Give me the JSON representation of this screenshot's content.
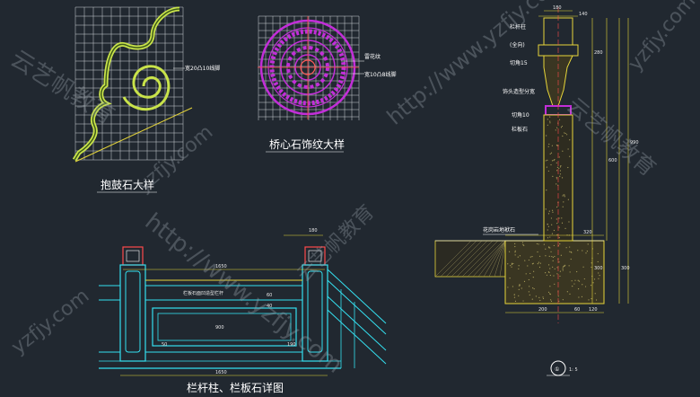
{
  "captions": {
    "drum_stone": "抱鼓石大样",
    "bridge_stone": "桥心石饰纹大样",
    "railing": "栏杆柱、栏板石详图",
    "section_mark": "①",
    "section_scale": "1: 5"
  },
  "labels": {
    "drum_grid_note": "宽20凸10线脚",
    "bridge_pattern": "雷花纹",
    "bridge_grid_note": "宽10凸8线脚",
    "post_top": "栏杆柱",
    "post_ring": "(全向)",
    "chamfer_15": "切角15",
    "decor_sep": "饰头造型分宽",
    "chamfer_10": "切角10",
    "rail_stone": "栏板石",
    "base_stone": "花岗岩地袱石",
    "panel_text": "栏板石面凹造型栏杆"
  },
  "railing_dims": {
    "overall": "1650",
    "inner": "900",
    "sub1": "50",
    "sub2": "190",
    "post_w": "180",
    "p1": "60",
    "p2": "40"
  },
  "section_dims": {
    "top": "180",
    "w1": "140",
    "base_w": "320",
    "base_a": "200",
    "base_b": "60",
    "base_c": "120",
    "h_total": "990",
    "h_base": "300",
    "h_mid": "600",
    "h_cap": "280",
    "h_rail": "300"
  },
  "watermarks": {
    "brand": "云艺帆教育",
    "url": "http://www.yzfjy.com",
    "short": "yzfjy.com"
  }
}
